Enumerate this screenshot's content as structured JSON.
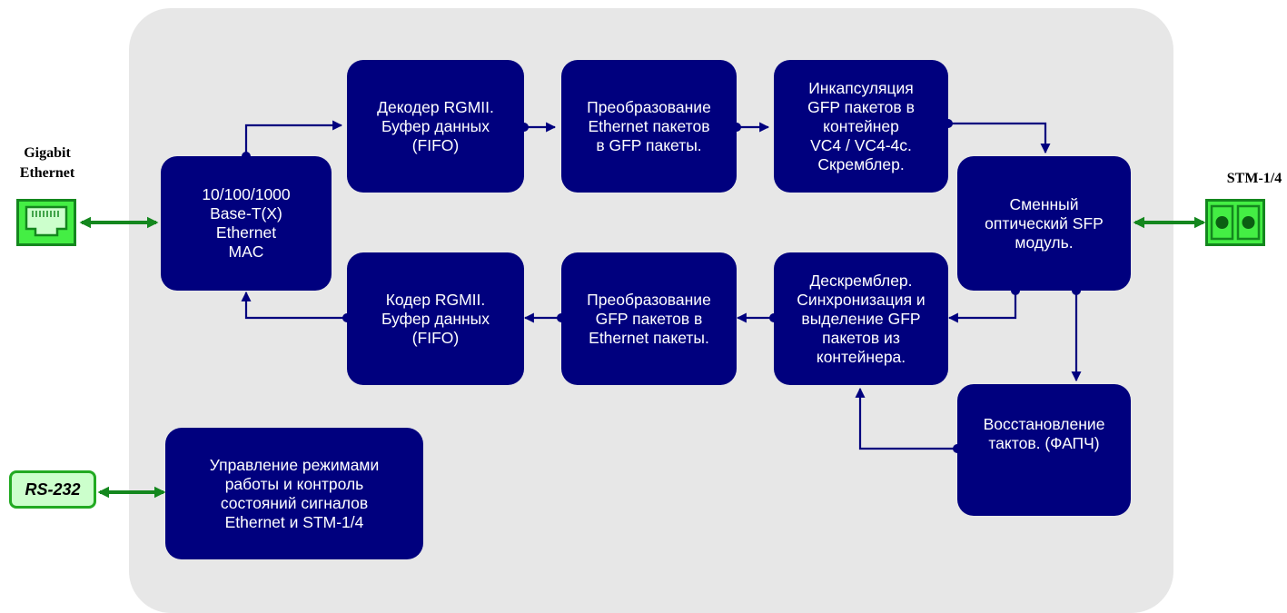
{
  "labels": {
    "gigabit_ethernet": "Gigabit\nEthernet",
    "stm": "STM-1/4",
    "rs232": "RS-232"
  },
  "blocks": {
    "mac": "10/100/1000\nBase-T(X)\nEthernet\nMAC",
    "decoder": "Декодер RGMII.\nБуфер данных\n(FIFO)",
    "eth_to_gfp": "Преобразование\nEthernet пакетов\nв GFP пакеты.",
    "encapsulation": "Инкапсуляция\nGFP пакетов в\nконтейнер\nVC4 / VC4-4c.\nСкремблер.",
    "sfp": "Сменный\nоптический SFP\nмодуль.",
    "encoder": "Кодер RGMII.\nБуфер данных\n(FIFO)",
    "gfp_to_eth": "Преобразование\nGFP пакетов в\nEthernet пакеты.",
    "descrambler": "Дескремблер.\nСинхронизация и\nвыделение GFP\nпакетов из\nконтейнера.",
    "clock_recovery": "Восстановление\nтактов. (ФАПЧ)",
    "control": "Управление режимами\nработы и контроль\nсостояний сигналов\nEthernet и STM-1/4"
  },
  "colors": {
    "block": "#00007e",
    "panel": "#e7e7e7",
    "connector": "#14871e",
    "port_fill": "#44ee44"
  },
  "icons": {
    "ethernet_port": "rj45-port-icon",
    "optical_port": "sfp-optical-port-icon"
  }
}
